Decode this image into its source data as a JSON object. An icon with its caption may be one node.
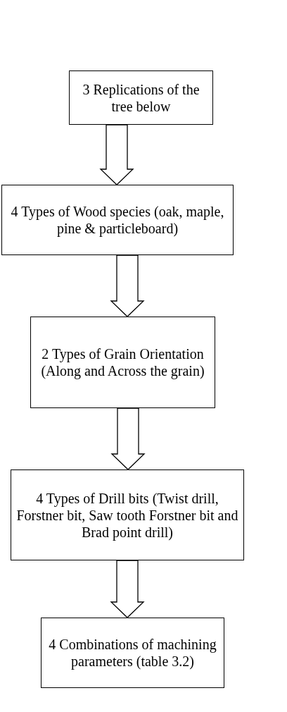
{
  "diagram": {
    "nodes": [
      {
        "text": [
          "3 Replications of the tree below"
        ]
      },
      {
        "text": [
          "4 Types of Wood species (oak, maple, pine & particleboard)"
        ]
      },
      {
        "text": [
          "2 Types of Grain Orientation (Along and Across the grain)"
        ]
      },
      {
        "text": [
          "4 Types of Drill bits (Twist drill, Forstner bit, Saw tooth Forstner bit and Brad point drill)"
        ]
      },
      {
        "text": [
          "4 Combinations of machining parameters (table 3.2)"
        ]
      }
    ],
    "edges": [
      {
        "from": 0,
        "to": 1,
        "arrow": "to"
      },
      {
        "from": 1,
        "to": 2,
        "arrow": "to"
      },
      {
        "from": 2,
        "to": 3,
        "arrow": "to"
      },
      {
        "from": 3,
        "to": 4,
        "arrow": "to"
      }
    ]
  }
}
